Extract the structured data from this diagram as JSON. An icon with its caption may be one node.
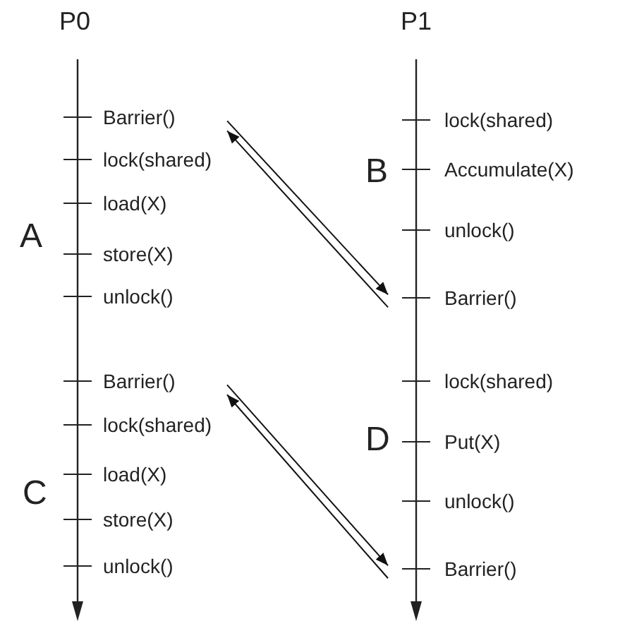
{
  "diagram": {
    "nodes": [
      {
        "text": [
          "Barrier()"
        ]
      },
      {
        "text": [
          "Barrier()"
        ]
      },
      {
        "text": [
          "Barrier()"
        ]
      },
      {
        "text": [
          "Barrier()"
        ]
      }
    ],
    "edges": [
      {
        "from": 0,
        "to": 1,
        "arrow": "to"
      },
      {
        "from": 1,
        "to": 0,
        "arrow": "to"
      },
      {
        "from": 2,
        "to": 3,
        "arrow": "to"
      },
      {
        "from": 3,
        "to": 2,
        "arrow": "to"
      }
    ],
    "labels": [
      "P0",
      "P1",
      "lock(shared)",
      "lock(shared)",
      "B",
      "Accumulate(X)",
      "load(X)",
      "A",
      "store(X)",
      "unlock()",
      "unlock()",
      "lock(shared)",
      "lock(shared)",
      "D",
      "Put(X)",
      "load(X)",
      "C",
      "store(X)",
      "unlock()",
      "unlock()"
    ]
  }
}
